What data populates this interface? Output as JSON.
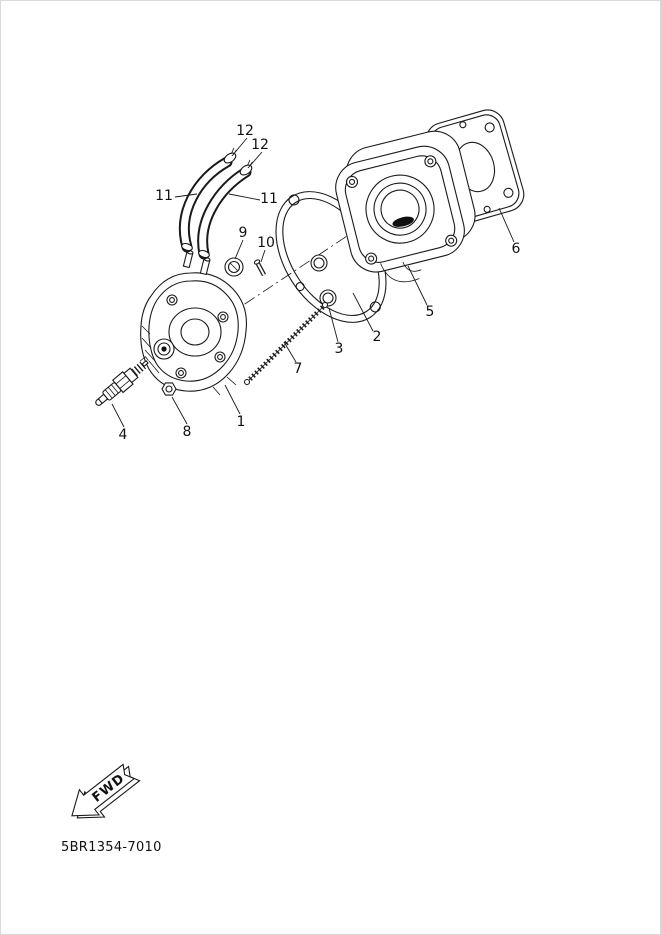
{
  "diagram": {
    "code": "5BR1354-7010",
    "fwd_label": "FWD",
    "labels": {
      "n1": "1",
      "n2": "2",
      "n3": "3",
      "n4": "4",
      "n5": "5",
      "n6": "6",
      "n7": "7",
      "n8": "8",
      "n9": "9",
      "n10": "10",
      "n11a": "11",
      "n11b": "11",
      "n12a": "12",
      "n12b": "12"
    }
  }
}
